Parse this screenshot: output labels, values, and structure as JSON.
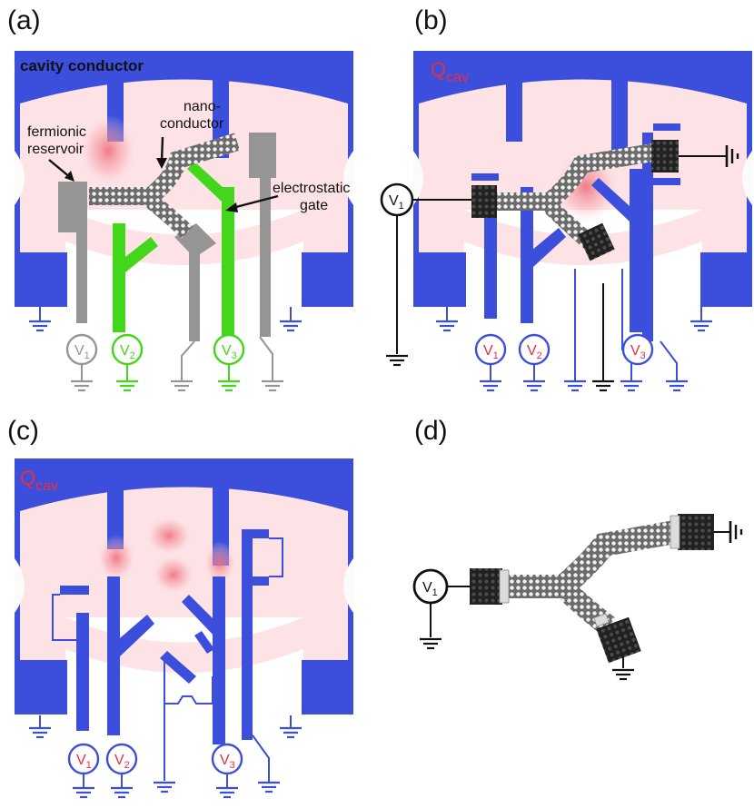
{
  "panels": {
    "a": {
      "label": "(a)"
    },
    "b": {
      "label": "(b)"
    },
    "c": {
      "label": "(c)"
    },
    "d": {
      "label": "(d)"
    }
  },
  "annotations": {
    "cavity_conductor": "cavity conductor",
    "fermionic_reservoir_line1": "fermionic",
    "fermionic_reservoir_line2": "reservoir",
    "nano_conductor_line1": "nano-",
    "nano_conductor_line2": "conductor",
    "electrostatic_gate_line1": "electrostatic",
    "electrostatic_gate_line2": "gate"
  },
  "charge": {
    "symbol": "Q",
    "subscript": "cav"
  },
  "sources": {
    "symbol": "V",
    "v1": "1",
    "v2": "2",
    "v3": "3"
  },
  "colors": {
    "cavity": "#3b4fdc",
    "cavity_interior": "#fde3e6",
    "hotspot": "#f07a86",
    "reservoir_gray": "#959595",
    "gate_green": "#44d61a",
    "text_red": "#e8303c",
    "wire_black": "#111111"
  }
}
